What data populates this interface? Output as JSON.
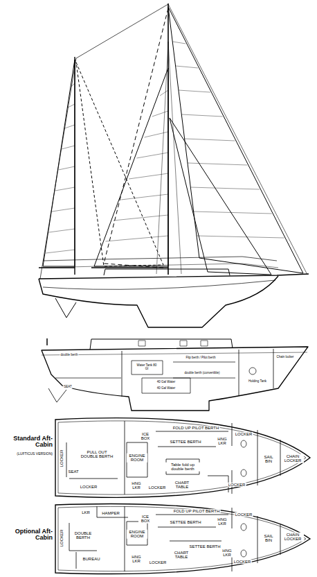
{
  "diagram": {
    "nodes": [
      {
        "text": [
          "Standard Aft-Cabin",
          "(LUFTICUS VERSION)"
        ]
      },
      {
        "text": [
          "Optional Aft-Cabin"
        ]
      }
    ],
    "labels": [
      "double berth",
      "SEAT",
      "Water Tank 80 Gl",
      "40 Gal Water",
      "40 Gal Water",
      "Flip berth / Pilot berth",
      "double berth (convertible)",
      "Chain locker",
      "Holding Tank",
      "LOCKER",
      "PULL OUT DOUBLE BERTH",
      "SEAT",
      "LOCKER",
      "ENGINE ROOM",
      "ICE BOX",
      "FOLD UP PILOT BERTH",
      "SETTEE BERTH",
      "HNG LKR",
      "LOCKER",
      "Table fold up double berth",
      "HNG LKR",
      "LOCKER",
      "CHART TABLE",
      "LOCKER",
      "SAIL BIN",
      "CHAIN LOCKER",
      "LOCKER",
      "LKR",
      "HAMPER",
      "DOUBLE BERTH",
      "BUREAU",
      "HNG LKR",
      "LOCKER",
      "ENGINE ROOM",
      "ICE BOX",
      "FOLD UP PILOT BERTH",
      "SETTEE BERTH",
      "HNG LKR",
      "LOCKER",
      "CHART TABLE",
      "SETTEE BERTH",
      "HNG LKR",
      "LOCKER",
      "SAIL BIN",
      "CHAIN LOCKER"
    ]
  }
}
